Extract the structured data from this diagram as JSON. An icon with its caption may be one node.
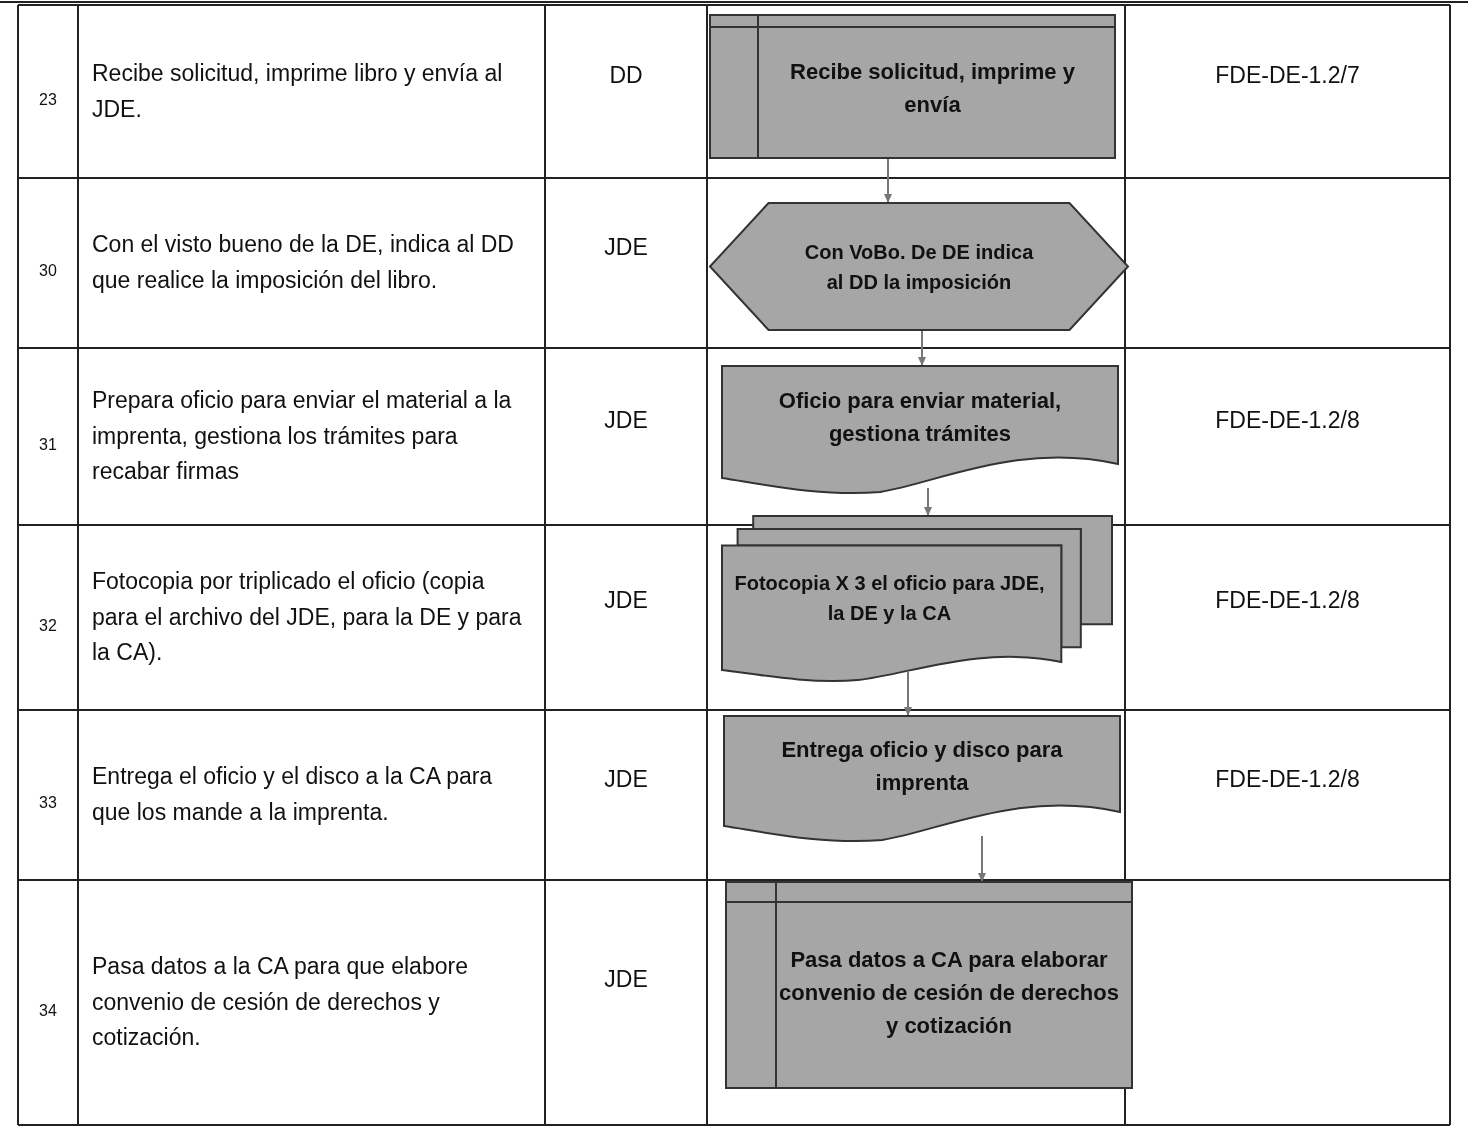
{
  "diagram": {
    "nodes": [
      {
        "text": [
          "Recibe solicitud, imprime y envía"
        ]
      },
      {
        "text": [
          "Con VoBo. De DE indica al DD la imposición"
        ]
      },
      {
        "text": [
          "Oficio para enviar material, gestiona trámites"
        ]
      },
      {
        "text": [
          "Fotocopia X 3 el oficio para JDE, la DE y la CA"
        ]
      },
      {
        "text": [
          "Entrega oficio y disco para imprenta"
        ]
      },
      {
        "text": [
          "Pasa datos a CA para elaborar convenio de cesión de derechos y cotización"
        ]
      }
    ],
    "edges": [
      {
        "from": 0,
        "to": 1,
        "arrow": "to"
      },
      {
        "from": 1,
        "to": 2,
        "arrow": "to"
      },
      {
        "from": 2,
        "to": 3,
        "arrow": "to"
      },
      {
        "from": 3,
        "to": 4,
        "arrow": "to"
      },
      {
        "from": 4,
        "to": 5,
        "arrow": "to"
      }
    ],
    "labels": [
      "23",
      "Recibe solicitud, imprime libro y envía al JDE.",
      "DD",
      "FDE-DE-1.2/7",
      "30",
      "Con el visto bueno de la DE, indica al DD que realice la imposición del libro.",
      "JDE",
      "31",
      "Prepara oficio para enviar el material a la imprenta, gestiona los trámites para recabar firmas",
      "JDE",
      "FDE-DE-1.2/8",
      "32",
      "Fotocopia por triplicado el oficio (copia para el archivo del JDE, para la DE y para la CA).",
      "JDE",
      "FDE-DE-1.2/8",
      "33",
      "Entrega el oficio y el disco a la CA para que los mande a la imprenta.",
      "JDE",
      "FDE-DE-1.2/8",
      "34",
      "Pasa datos a la CA para que elabore convenio de cesión de derechos y cotización.",
      "JDE"
    ]
  }
}
